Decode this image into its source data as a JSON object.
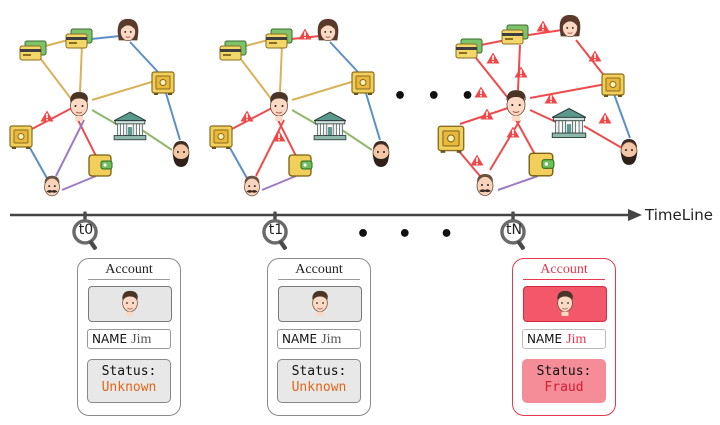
{
  "timeline": {
    "label": "TimeLine",
    "ticks": [
      "t0",
      "t1",
      "tN"
    ]
  },
  "ellipsis": "• • •",
  "cards": [
    {
      "title": "Account",
      "name_label": "NAME",
      "name_value": "Jim",
      "status_label": "Status:",
      "status_value": "Unknown"
    },
    {
      "title": "Account",
      "name_label": "NAME",
      "name_value": "Jim",
      "status_label": "Status:",
      "status_value": "Unknown"
    },
    {
      "title": "Account",
      "name_label": "NAME",
      "name_value": "Jim",
      "status_label": "Status:",
      "status_value": "Fraud"
    }
  ],
  "colors": {
    "normal_status": "#e0671a",
    "fraud": "#e8384f",
    "fraud_status": "#d21e33",
    "edge_gold": "#d9b25a",
    "edge_blue": "#5b8fc7",
    "edge_purple": "#9b7bc4",
    "edge_green": "#8fb86a",
    "edge_red": "#ee4c4c"
  },
  "icons": [
    "credit-card-icon",
    "person-icon",
    "bank-icon",
    "wallet-icon",
    "safe-icon",
    "warning-icon",
    "magnifier-icon"
  ]
}
